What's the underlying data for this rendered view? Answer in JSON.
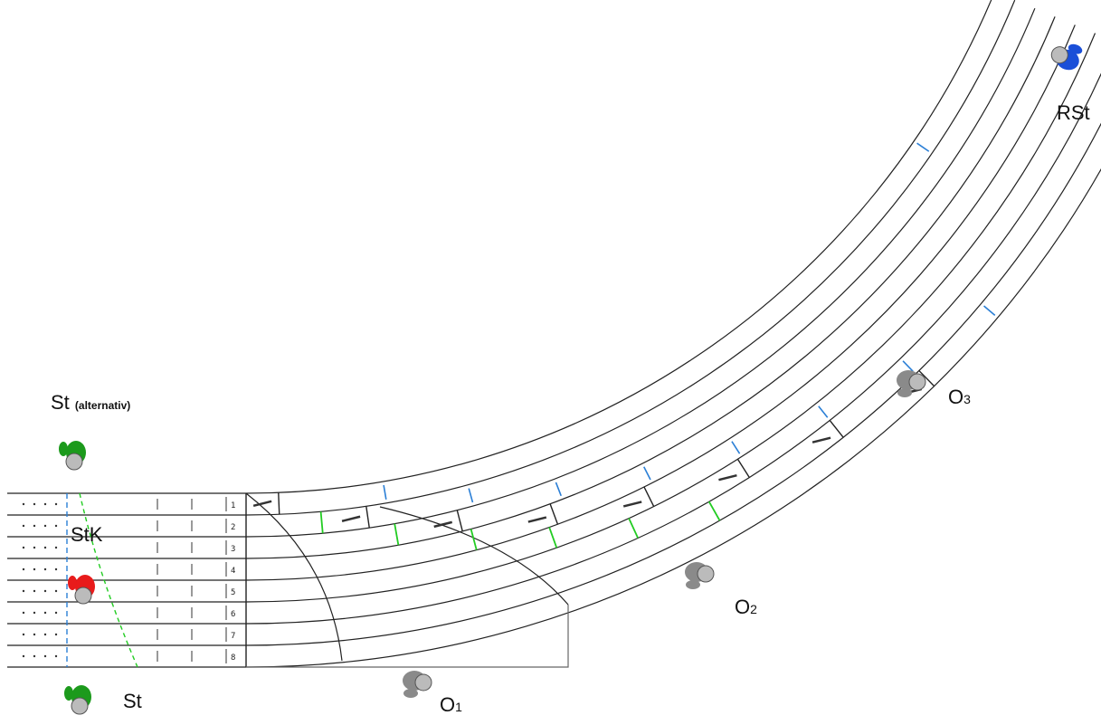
{
  "labels": {
    "st_alt_main": "St",
    "st_alt_note": "(alternativ)",
    "stk": "StK",
    "st": "St",
    "rst": "RSt",
    "o1_main": "O",
    "o1_sub": "1",
    "o2_main": "O",
    "o2_sub": "2",
    "o3_main": "O",
    "o3_sub": "3"
  },
  "lanes": [
    "1",
    "2",
    "3",
    "4",
    "5",
    "6",
    "7",
    "8"
  ],
  "colors": {
    "track_line": "#222222",
    "blue_mark": "#2b7fd6",
    "green_mark": "#22cc22",
    "red_figure": "#e81b1b",
    "green_figure": "#1c9a1c",
    "blue_figure": "#1a4fd8",
    "grey_figure": "#8a8a8a"
  },
  "figures": [
    {
      "name": "starter-alternative-figure",
      "color": "green_figure"
    },
    {
      "name": "starter-control-figure",
      "color": "red_figure"
    },
    {
      "name": "starter-figure",
      "color": "green_figure"
    },
    {
      "name": "recall-starter-figure",
      "color": "blue_figure"
    },
    {
      "name": "official-1-figure",
      "color": "grey_figure"
    },
    {
      "name": "official-2-figure",
      "color": "grey_figure"
    },
    {
      "name": "official-3-figure",
      "color": "grey_figure"
    }
  ]
}
